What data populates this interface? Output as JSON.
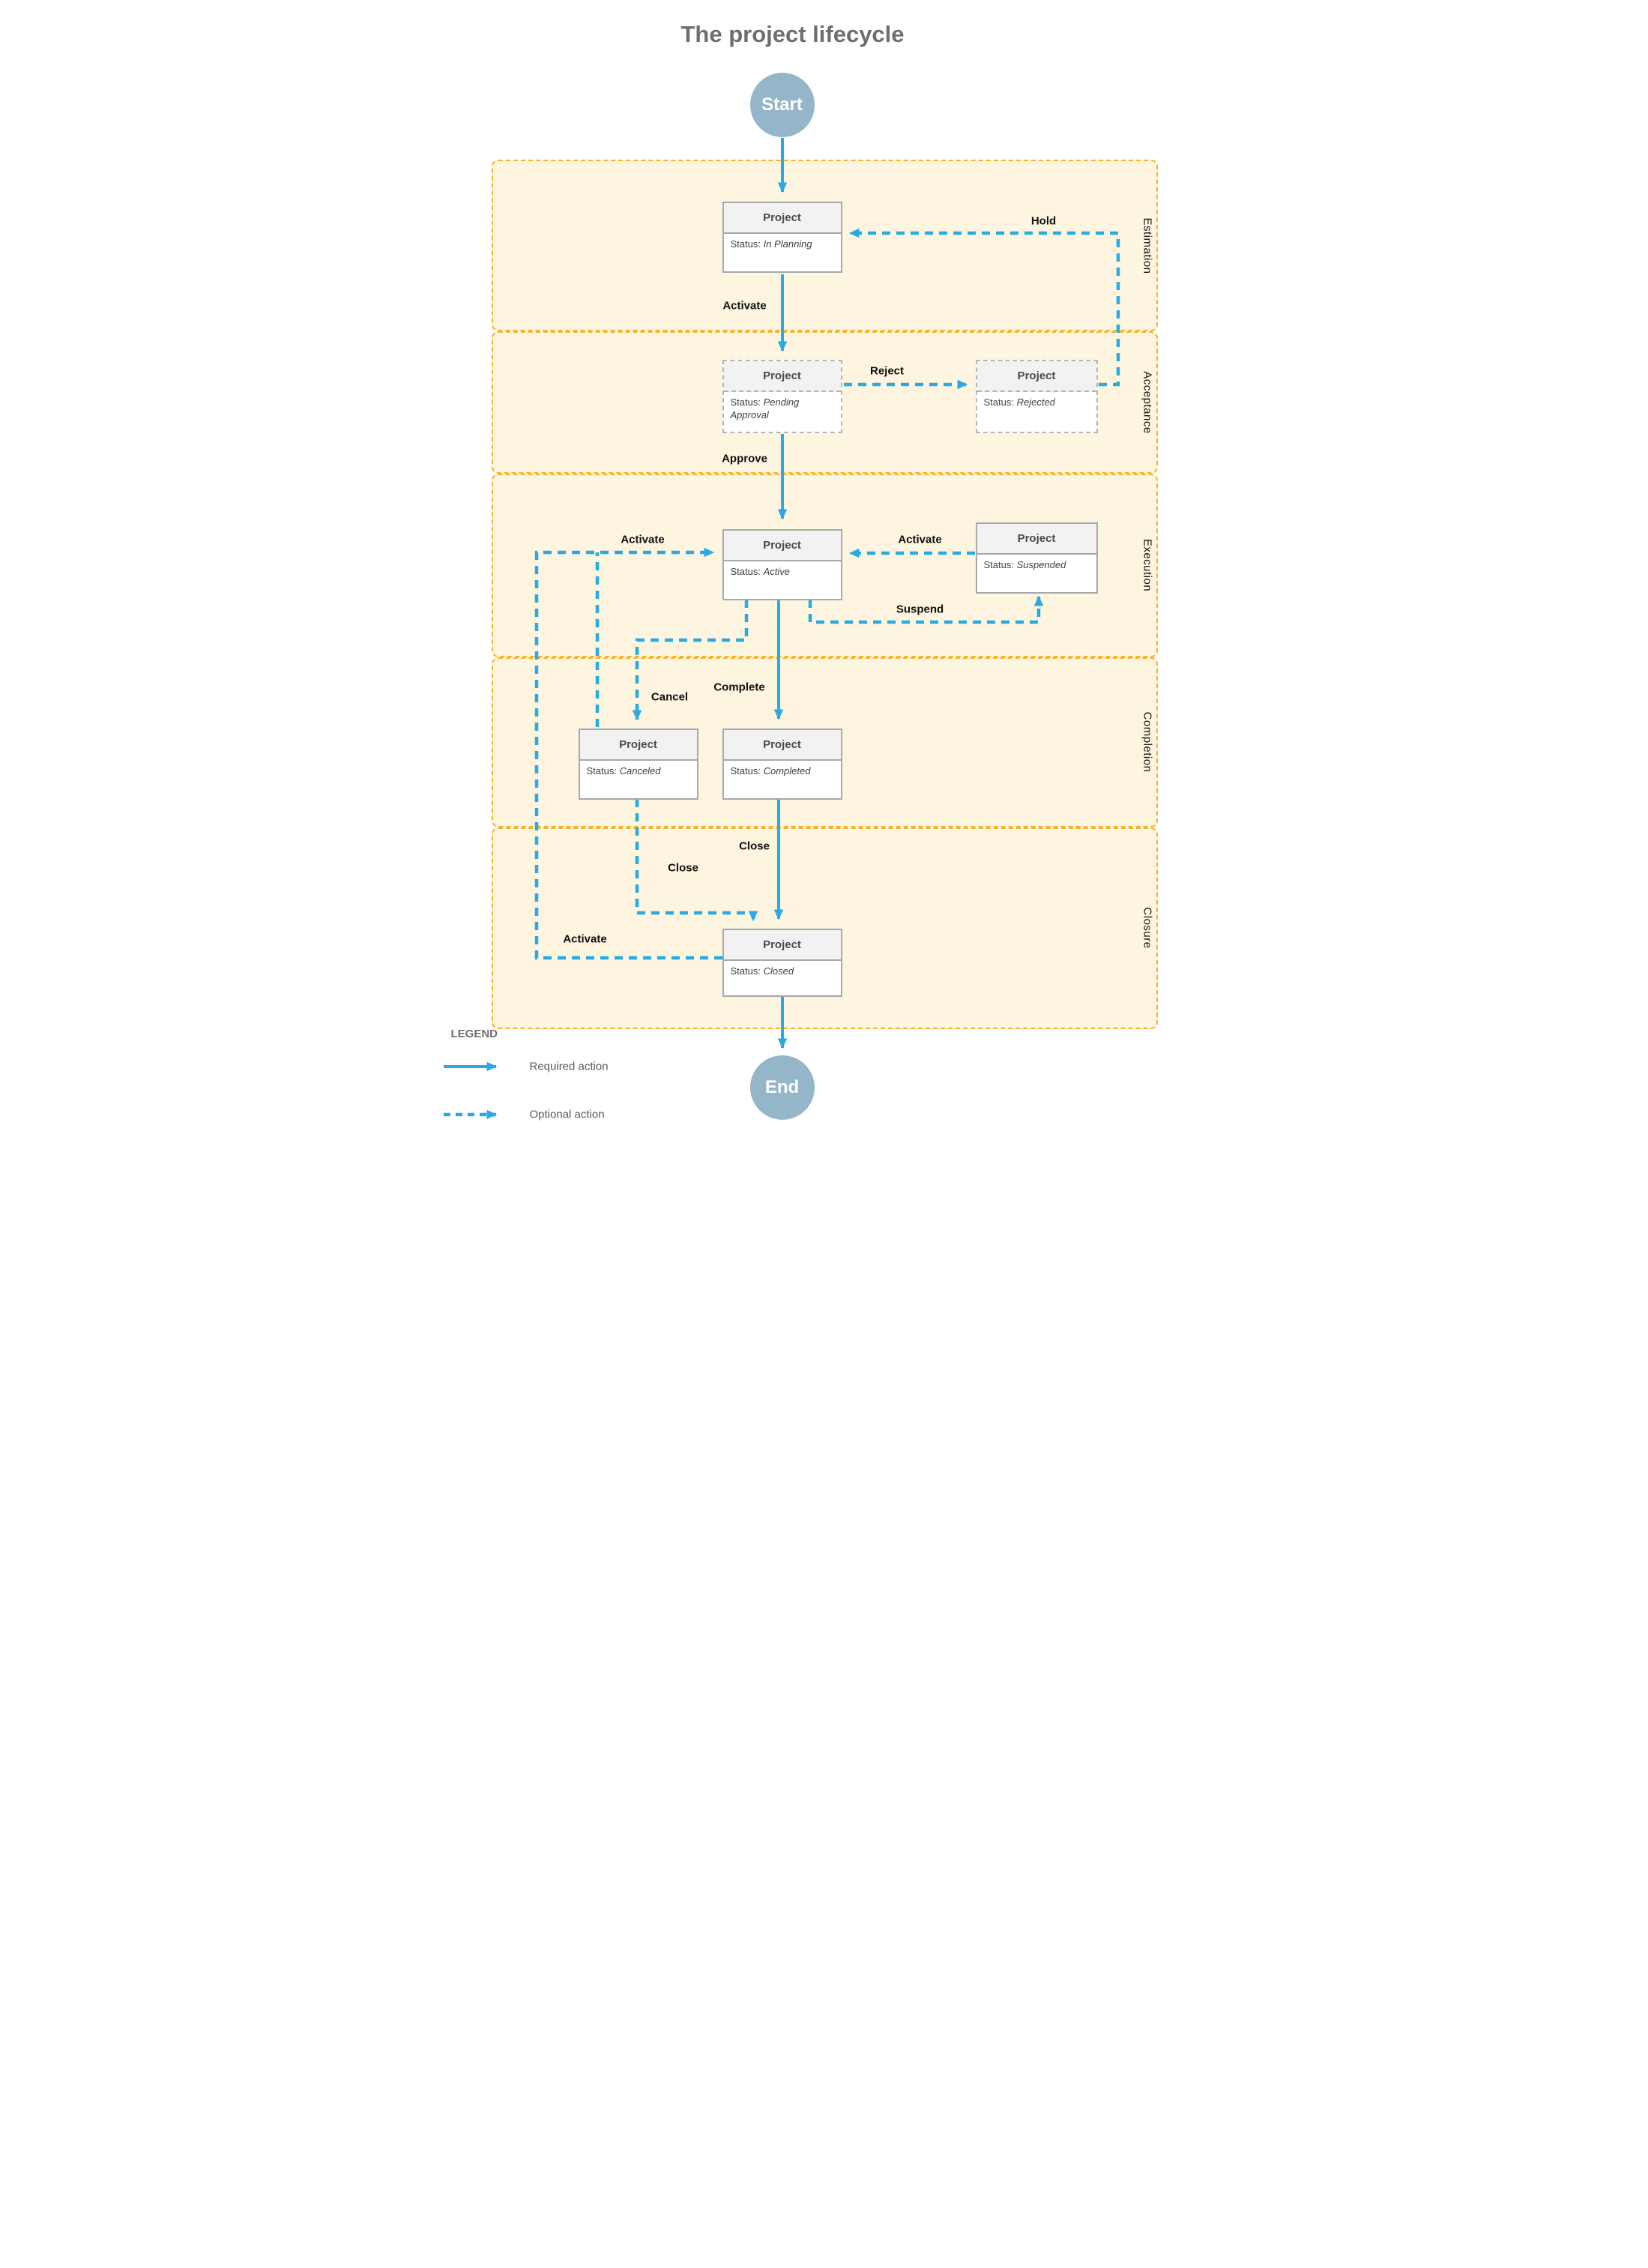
{
  "title": "The project lifecycle",
  "terminals": {
    "start": "Start",
    "end": "End"
  },
  "status_prefix": "Status:",
  "phases": [
    {
      "label": "Estimation"
    },
    {
      "label": "Acceptance"
    },
    {
      "label": "Execution"
    },
    {
      "label": "Completion"
    },
    {
      "label": "Closure"
    }
  ],
  "boxes": {
    "in_planning": {
      "title": "Project",
      "status": "In Planning"
    },
    "pending_approval": {
      "title": "Project",
      "status": "Pending Approval"
    },
    "rejected": {
      "title": "Project",
      "status": "Rejected"
    },
    "active": {
      "title": "Project",
      "status": "Active"
    },
    "suspended": {
      "title": "Project",
      "status": "Suspended"
    },
    "canceled": {
      "title": "Project",
      "status": "Canceled"
    },
    "completed": {
      "title": "Project",
      "status": "Completed"
    },
    "closed": {
      "title": "Project",
      "status": "Closed"
    }
  },
  "edges": {
    "hold": "Hold",
    "activate_plan": "Activate",
    "reject": "Reject",
    "approve": "Approve",
    "activate_return": "Activate",
    "activate_suspended": "Activate",
    "suspend": "Suspend",
    "complete": "Complete",
    "cancel": "Cancel",
    "close_completed": "Close",
    "close_canceled": "Close",
    "activate_closed": "Activate"
  },
  "legend": {
    "heading": "LEGEND",
    "required": "Required action",
    "optional": "Optional action"
  },
  "colors": {
    "accent_blue": "#29abe2",
    "band_border_orange": "#f7b32b",
    "band_fill_cream": "#fdf5e0",
    "terminal_fill": "#95b6c9",
    "box_border_gray": "#a6a8ab"
  }
}
